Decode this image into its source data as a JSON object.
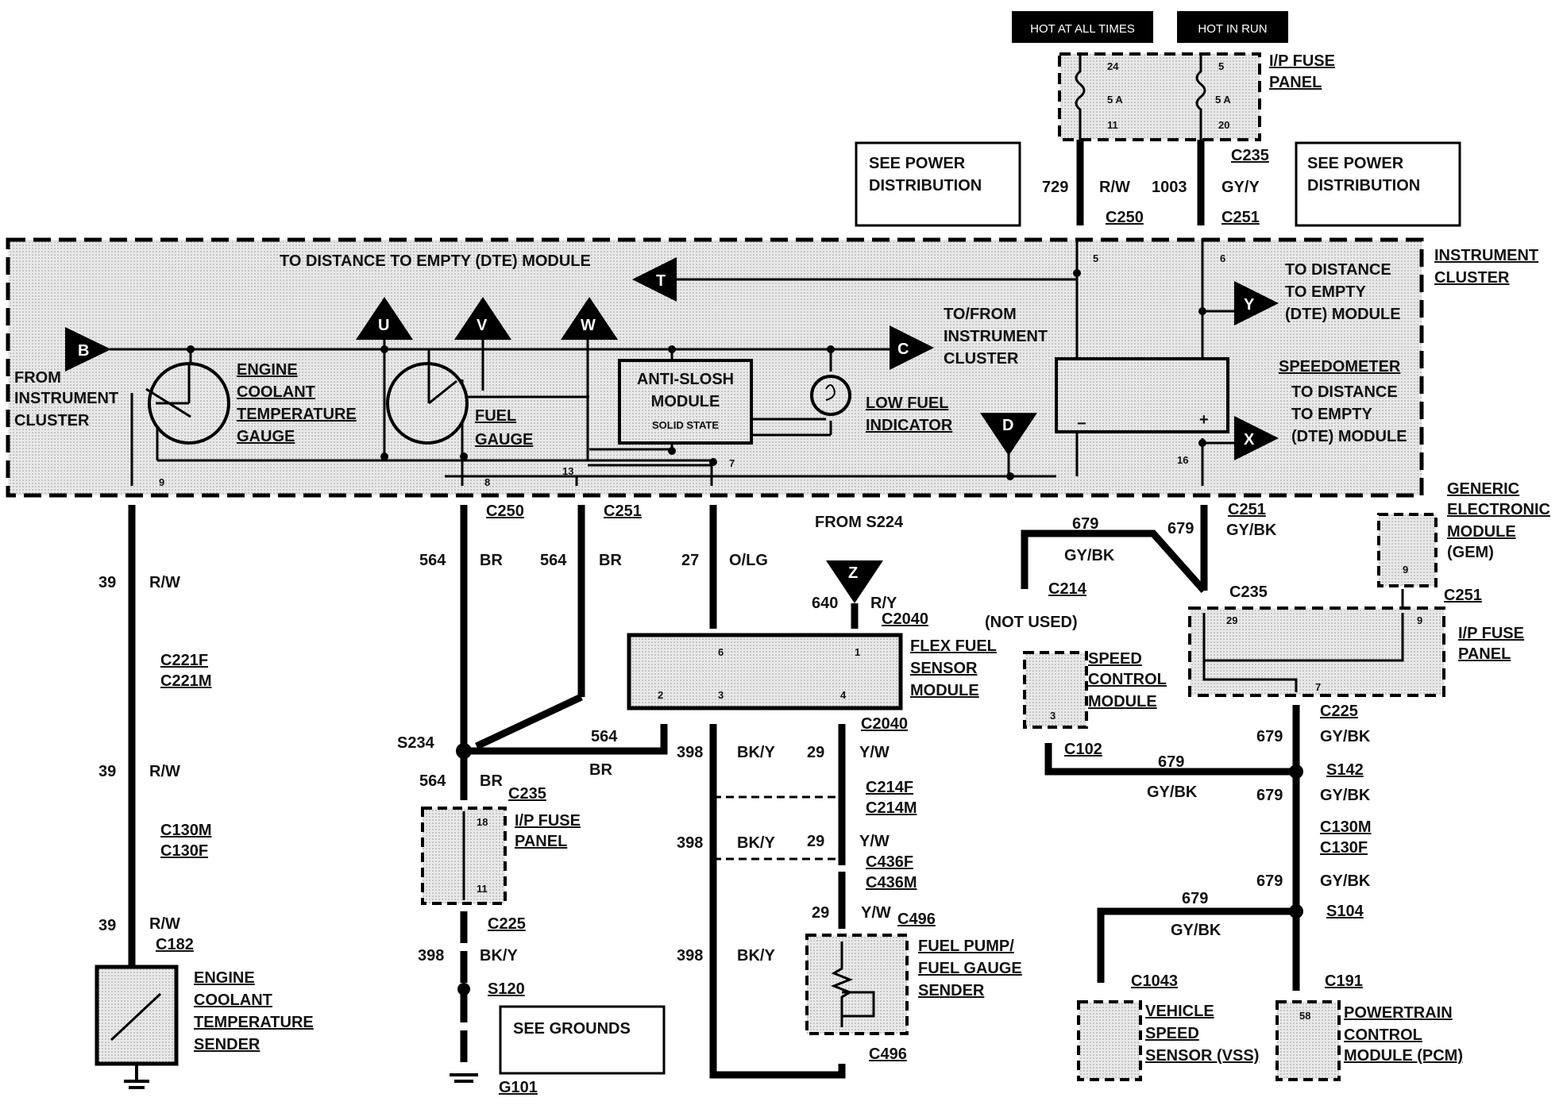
{
  "header": {
    "hot_at_all_times": "HOT AT ALL TIMES",
    "hot_in_run": "HOT IN RUN"
  },
  "top_fuse_panel": {
    "title_line1": "I/P FUSE",
    "title_line2": "PANEL",
    "fuse_a_top": "24",
    "fuse_a_rating": "5 A",
    "fuse_a_bottom": "11",
    "fuse_b_top": "5",
    "fuse_b_rating": "5 A",
    "fuse_b_bottom": "20"
  },
  "notes": {
    "see_power_line1": "SEE POWER",
    "see_power_line2": "DISTRIBUTION",
    "see_grounds": "SEE GROUNDS"
  },
  "top_wires": {
    "w729": "729",
    "w729_color": "R/W",
    "w1003": "1003",
    "w1003_color": "GY/Y",
    "c235": "C235",
    "c250": "C250",
    "c251": "C251",
    "pin5": "5",
    "pin6": "6"
  },
  "cluster": {
    "title_line1": "INSTRUMENT",
    "title_line2": "CLUSTER",
    "dte_top": "TO DISTANCE TO EMPTY (DTE) MODULE",
    "from_cluster": [
      "FROM",
      "INSTRUMENT",
      "CLUSTER"
    ],
    "ect_gauge": [
      "ENGINE",
      "COOLANT",
      "TEMPERATURE",
      "GAUGE"
    ],
    "fuel_gauge": [
      "FUEL",
      "GAUGE"
    ],
    "anti_slosh": [
      "ANTI-SLOSH",
      "MODULE"
    ],
    "solid_state": "SOLID STATE",
    "low_fuel": [
      "LOW FUEL",
      "INDICATOR"
    ],
    "to_from_cluster": [
      "TO/FROM",
      "INSTRUMENT",
      "CLUSTER"
    ],
    "dte_right_top": [
      "TO DISTANCE",
      "TO EMPTY",
      "(DTE) MODULE"
    ],
    "speedometer": "SPEEDOMETER",
    "dte_right_bottom": [
      "TO DISTANCE",
      "TO EMPTY",
      "(DTE) MODULE"
    ],
    "pin9": "9",
    "pin8": "8",
    "pin13": "13",
    "pin7": "7",
    "pin16": "16",
    "minus": "−",
    "plus": "+",
    "tri_B": "B",
    "tri_U": "U",
    "tri_V": "V",
    "tri_W": "W",
    "tri_T": "T",
    "tri_C": "C",
    "tri_D": "D",
    "tri_Y": "Y",
    "tri_X": "X"
  },
  "left_branch": {
    "wire": "39",
    "color": "R/W",
    "c221f": "C221F",
    "c221m": "C221M",
    "c130m": "C130M",
    "c130f": "C130F",
    "c182": "C182",
    "sender": [
      "ENGINE",
      "COOLANT",
      "TEMPERATURE",
      "SENDER"
    ]
  },
  "fuel_branch": {
    "c250": "C250",
    "c251": "C251",
    "w564": "564",
    "br": "BR",
    "s234": "S234",
    "c235": "C235",
    "fuse_line1": "I/P FUSE",
    "fuse_line2": "PANEL",
    "fuse_pin18": "18",
    "fuse_pin11": "11",
    "c225": "C225",
    "w398": "398",
    "bky": "BK/Y",
    "s120": "S120",
    "g101": "G101"
  },
  "flex_branch": {
    "from_s224": "FROM S224",
    "w27": "27",
    "olg": "O/LG",
    "tri_Z": "Z",
    "w640": "640",
    "ry": "R/Y",
    "c2040": "C2040",
    "module": [
      "FLEX FUEL",
      "SENSOR",
      "MODULE"
    ],
    "pin6": "6",
    "pin1": "1",
    "pin2": "2",
    "pin3": "3",
    "pin4": "4",
    "w564": "564",
    "br": "BR",
    "w398": "398",
    "bky": "BK/Y",
    "w29": "29",
    "yw": "Y/W",
    "c214f": "C214F",
    "c214m": "C214M",
    "c436f": "C436F",
    "c436m": "C436M",
    "c496": "C496",
    "sender": [
      "FUEL PUMP/",
      "FUEL GAUGE",
      "SENDER"
    ]
  },
  "right_branch": {
    "c251": "C251",
    "gybk": "GY/BK",
    "w679": "679",
    "c214": "C214",
    "not_used": "(NOT USED)",
    "c235": "C235",
    "gem": [
      "GENERIC",
      "ELECTRONIC",
      "MODULE",
      "(GEM)"
    ],
    "gem_pin": "9",
    "fuse_line1": "I/P FUSE",
    "fuse_line2": "PANEL",
    "fuse_pin29": "29",
    "fuse_pin9": "9",
    "fuse_pin7": "7",
    "speed_ctrl": [
      "SPEED",
      "CONTROL",
      "MODULE"
    ],
    "speed_pin": "3",
    "c102": "C102",
    "c225": "C225",
    "s142": "S142",
    "c130m": "C130M",
    "c130f": "C130F",
    "s104": "S104",
    "c1043": "C1043",
    "c191": "C191",
    "vss": [
      "VEHICLE",
      "SPEED",
      "SENSOR (VSS)"
    ],
    "pcm": [
      "POWERTRAIN",
      "CONTROL",
      "MODULE (PCM)"
    ],
    "pcm_pin": "58"
  }
}
